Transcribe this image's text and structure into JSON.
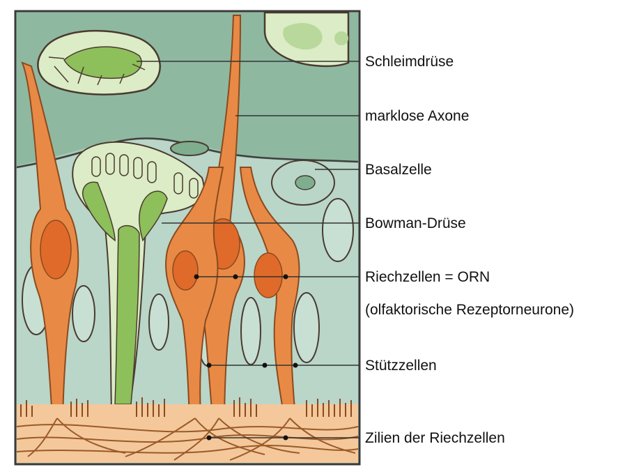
{
  "labels": [
    {
      "key": "schleimdruese",
      "text": "Schleimdrüse"
    },
    {
      "key": "axone",
      "text": "marklose Axone"
    },
    {
      "key": "basalzelle",
      "text": "Basalzelle"
    },
    {
      "key": "bowman",
      "text": "Bowman-Drüse"
    },
    {
      "key": "riechzellen",
      "text": "Riechzellen = ORN"
    },
    {
      "key": "riechzellen_sub",
      "text": "(olfaktorische Rezeptorneurone)"
    },
    {
      "key": "stuetzzellen",
      "text": "Stützzellen"
    },
    {
      "key": "zilien",
      "text": "Zilien der Riechzellen"
    }
  ],
  "colors": {
    "background_tissue": "#a8c9b4",
    "upper_tissue": "#8fb8a0",
    "lower_tissue": "#b9d6c8",
    "cilia_layer": "#f4c89a",
    "neuron": "#e88a45",
    "neuron_nucleus": "#e06a2a",
    "gland": "#8dbf5a",
    "gland_light": "#d8ecc0",
    "outline": "#4a3a30",
    "leader_line": "#333333"
  }
}
